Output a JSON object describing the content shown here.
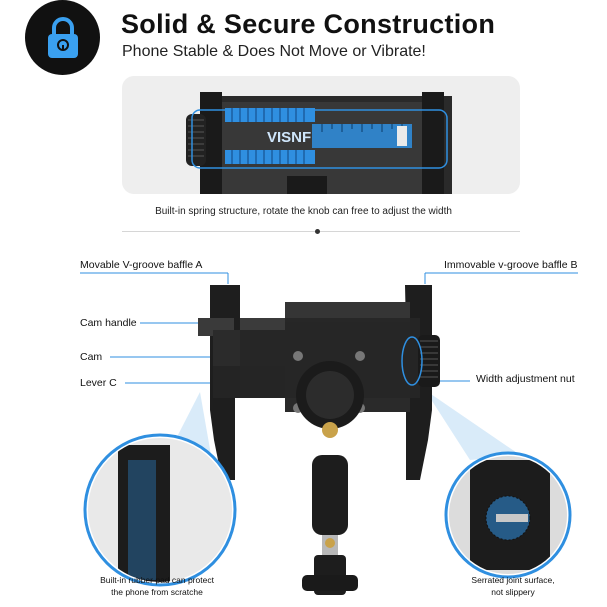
{
  "header": {
    "title": "Solid & Secure Construction",
    "subtitle": "Phone Stable & Does Not Move or Vibrate!"
  },
  "top_panel": {
    "brand_mark": "VISNF",
    "caption": "Built-in spring structure, rotate the knob can free to adjust the width"
  },
  "parts": {
    "baffle_a": "Movable V-groove baffle A",
    "baffle_b": "Immovable v-groove baffle B",
    "cam_handle": "Cam handle",
    "cam": "Cam",
    "lever_c": "Lever C",
    "width_nut": "Width adjustment nut"
  },
  "callouts": {
    "left_line1": "Built-in rubber pad can protect",
    "left_line2": "the phone from scratche",
    "right_line1": "Serrated joint surface,",
    "right_line2": "not slippery"
  },
  "icons": {
    "badge": "lock-icon"
  },
  "colors": {
    "accent_blue": "#2f8fe0",
    "badge_bg": "#111111",
    "panel_bg": "#eeeeee",
    "product_black": "#1c1c1c"
  }
}
